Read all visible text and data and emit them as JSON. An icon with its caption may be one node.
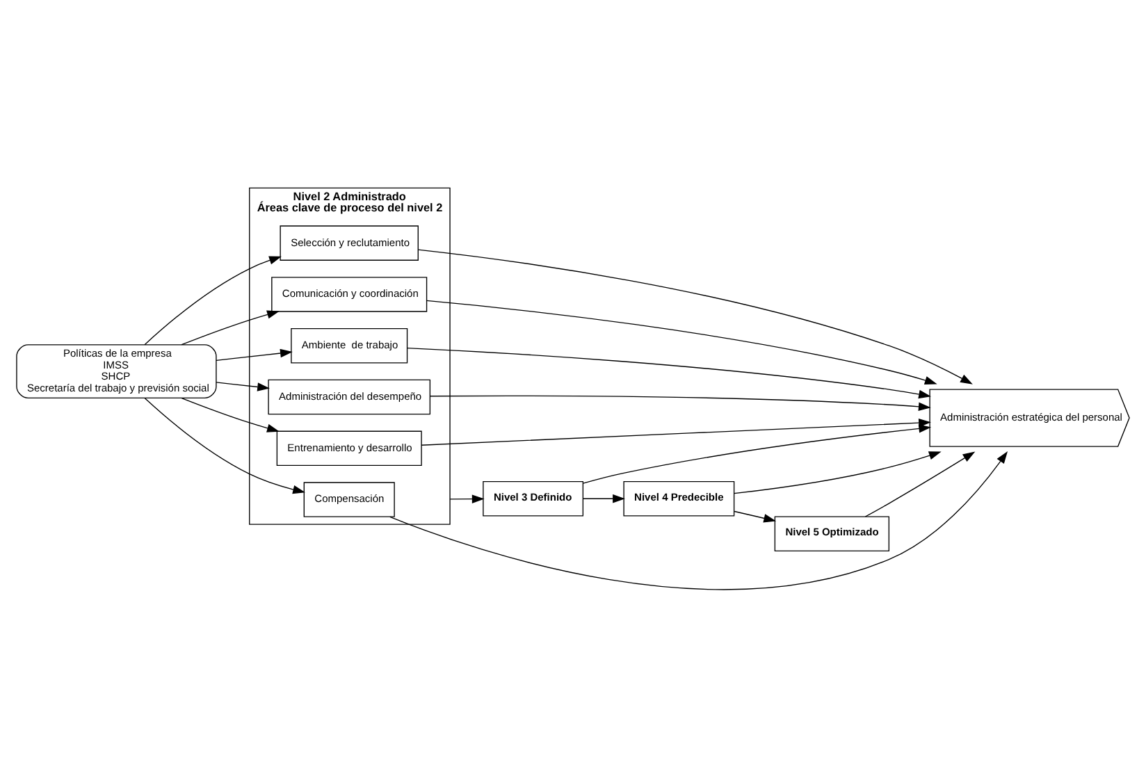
{
  "diagram": {
    "nodes": [
      {
        "text": [
          "Nivel 5 Optimizado"
        ]
      },
      {
        "text": [
          "Nivel 4 Predecible"
        ]
      },
      {
        "text": [
          "Nivel 3 Definido"
        ]
      },
      {
        "text": [
          "Nivel 2 Administrado",
          "Áreas clave de proceso del nivel 2"
        ]
      },
      {
        "text": [
          "Compensación"
        ],
        "in": 3
      },
      {
        "text": [
          "Entrenamiento y desarrollo"
        ],
        "in": 3
      },
      {
        "text": [
          "Administración del desempeño"
        ],
        "in": 3
      },
      {
        "text": [
          "Ambiente  de trabajo"
        ],
        "in": 3
      },
      {
        "text": [
          "Comunicación y coordinación"
        ],
        "in": 3
      },
      {
        "text": [
          "Selección y reclutamiento"
        ],
        "in": 3
      },
      {
        "text": [
          "Políticas de la empresa",
          "IMSS",
          "SHCP",
          "Secretaría del trabajo y previsión social"
        ]
      },
      {
        "text": [
          "Administración estratégica del personal"
        ]
      }
    ],
    "edges": [
      {
        "from": 3,
        "to": 2,
        "arrow": "to"
      },
      {
        "from": 2,
        "to": 1,
        "arrow": "to"
      },
      {
        "from": 1,
        "to": 0,
        "arrow": "to"
      },
      {
        "from": 0,
        "to": 11,
        "arrow": "to"
      },
      {
        "from": 1,
        "to": 11,
        "arrow": "to"
      },
      {
        "from": 2,
        "to": 11,
        "arrow": "to"
      },
      {
        "from": 10,
        "to": 4,
        "arrow": "to"
      },
      {
        "from": 10,
        "to": 5,
        "arrow": "to"
      },
      {
        "from": 10,
        "to": 6,
        "arrow": "to"
      },
      {
        "from": 10,
        "to": 7,
        "arrow": "to"
      },
      {
        "from": 10,
        "to": 8,
        "arrow": "to"
      },
      {
        "from": 10,
        "to": 9,
        "arrow": "to"
      },
      {
        "from": 4,
        "to": 11,
        "arrow": "to"
      },
      {
        "from": 5,
        "to": 11,
        "arrow": "to"
      },
      {
        "from": 6,
        "to": 11,
        "arrow": "to"
      },
      {
        "from": 7,
        "to": 11,
        "arrow": "to"
      },
      {
        "from": 8,
        "to": 11,
        "arrow": "to"
      },
      {
        "from": 9,
        "to": 11,
        "arrow": "to"
      }
    ]
  }
}
